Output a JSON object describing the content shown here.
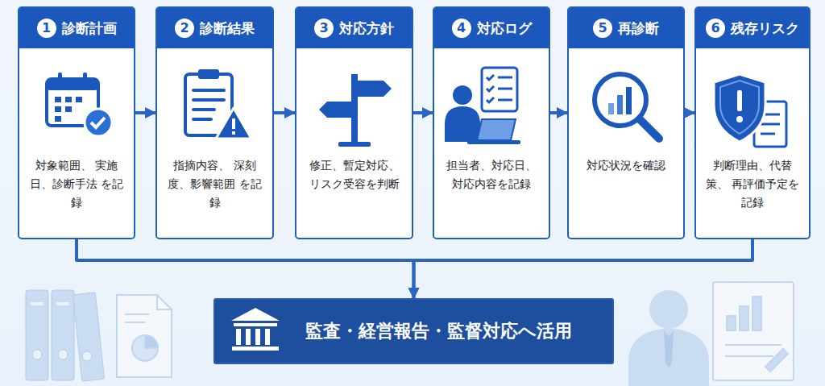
{
  "diagram": {
    "nodes": [
      {
        "text": [
          "1",
          "診断計画",
          "対象範囲、 実施日、診断手法 を記録"
        ]
      },
      {
        "text": [
          "2",
          "診断結果",
          "指摘内容、 深刻度、影響範囲 を記録"
        ]
      },
      {
        "text": [
          "3",
          "対応方針",
          "修正、暫定対応、 リスク受容を判断"
        ]
      },
      {
        "text": [
          "4",
          "対応ログ",
          "担当者、対応日、 対応内容を記録"
        ]
      },
      {
        "text": [
          "5",
          "再診断",
          "対応状況を確認"
        ]
      },
      {
        "text": [
          "6",
          "残存リスク",
          "判断理由、代替策、 再評価予定を記録"
        ]
      },
      {
        "text": [
          "監査・経営報告・監督対応へ活用"
        ]
      }
    ],
    "edges": [
      {
        "from": 0,
        "to": 1,
        "arrow": "to"
      },
      {
        "from": 1,
        "to": 2,
        "arrow": "to"
      },
      {
        "from": 2,
        "to": 3,
        "arrow": "to"
      },
      {
        "from": 3,
        "to": 4,
        "arrow": "to"
      },
      {
        "from": 4,
        "to": 5,
        "arrow": "to"
      },
      {
        "from": 0,
        "to": 6,
        "arrow": "to"
      },
      {
        "from": 5,
        "to": 6,
        "arrow": "to"
      }
    ]
  }
}
